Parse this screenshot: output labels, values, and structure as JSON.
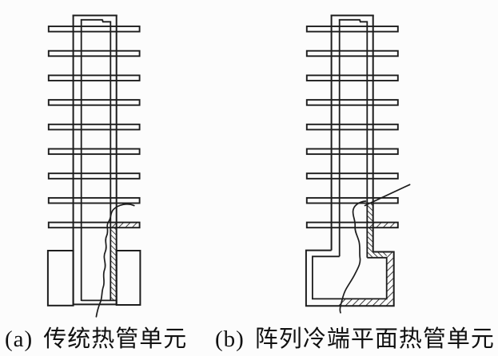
{
  "figure": {
    "background_color": "#fcfcfc",
    "line_color": "#1d1d1d",
    "panels": [
      {
        "label": "(a)",
        "caption": "传统热管单元",
        "fin_count": 9
      },
      {
        "label": "(b)",
        "caption": "阵列冷端平面热管单元",
        "fin_count": 9
      }
    ]
  }
}
